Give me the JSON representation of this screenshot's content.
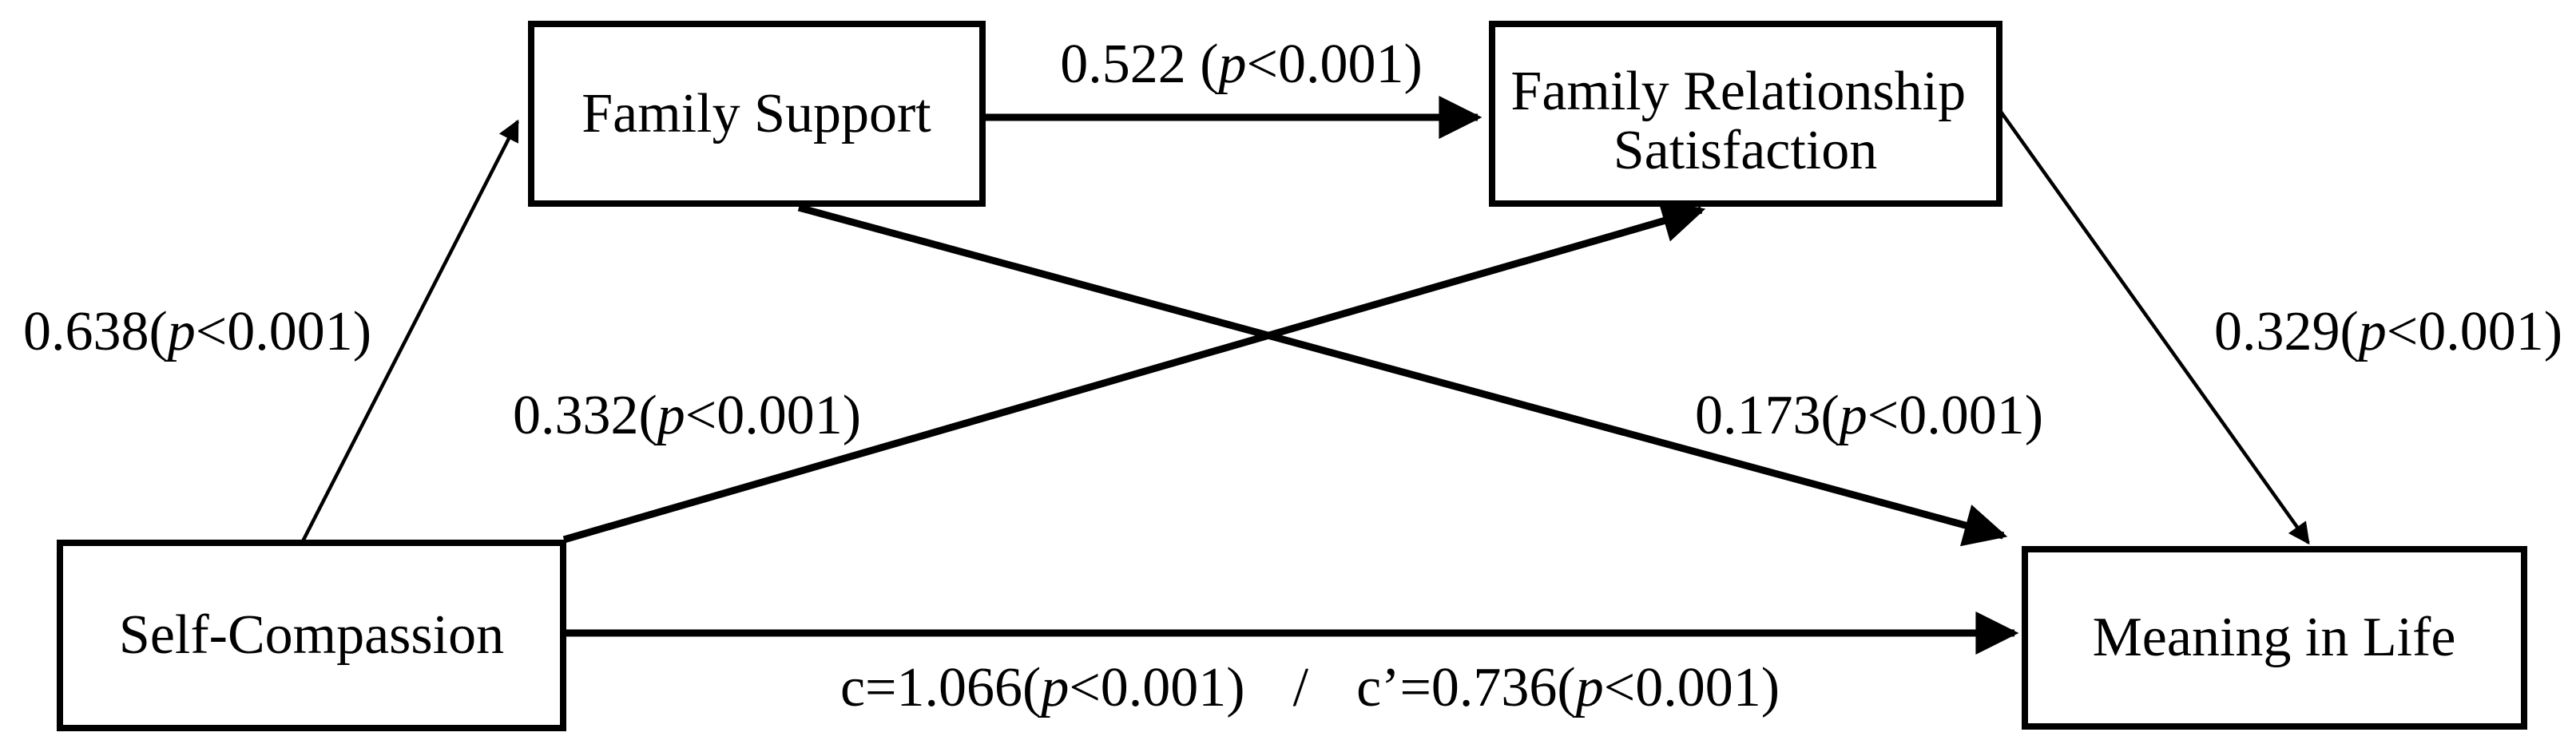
{
  "figure": {
    "background_color": "#ffffff",
    "line_color": "#000000",
    "box_fill_color": "#ffffff",
    "nodes": {
      "family_support": {
        "label": "Family Support"
      },
      "family_relationship_satisfaction": {
        "label_line1": "Family Relationship",
        "label_line2": "Satisfaction"
      },
      "self_compassion": {
        "label": "Self-Compassion"
      },
      "meaning_in_life": {
        "label": "Meaning in Life"
      }
    },
    "paths": {
      "sc_to_fs": {
        "prefix": "0.638(",
        "p": "p",
        "suffix": "<0.001)"
      },
      "fs_to_frs": {
        "prefix": "0.522 (",
        "p": "p",
        "suffix": "<0.001)"
      },
      "sc_to_frs": {
        "prefix": "0.332(",
        "p": "p",
        "suffix": "<0.001)"
      },
      "fs_to_mil": {
        "prefix": "0.173(",
        "p": "p",
        "suffix": "<0.001)"
      },
      "frs_to_mil": {
        "prefix": "0.329(",
        "p": "p",
        "suffix": "<0.001)"
      },
      "direct_sc_to_mil": {
        "part1": "c=1.066(",
        "p1": "p",
        "part2": "<0.001)",
        "separator": "/",
        "part3": "c’=0.736(",
        "p2": "p",
        "part4": "<0.001)"
      }
    }
  }
}
